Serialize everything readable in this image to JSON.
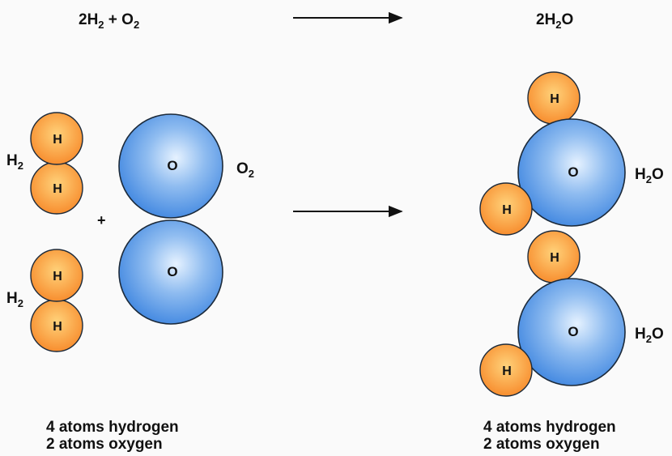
{
  "equation": {
    "reactants": {
      "coef_h": "2H",
      "sub_h": "2",
      "plus": " + O",
      "sub_o": "2"
    },
    "product": {
      "coef": "2H",
      "sub": "2",
      "tail": "O"
    }
  },
  "reactants": {
    "h2_label": {
      "main": "H",
      "sub": "2"
    },
    "o2_label": {
      "main": "O",
      "sub": "2"
    },
    "plus": "+",
    "hydrogen_symbol": "H",
    "oxygen_symbol": "O",
    "summary": {
      "hydrogen": "4 atoms hydrogen",
      "oxygen": "2 atoms oxygen"
    }
  },
  "products": {
    "water_label": {
      "pre": "H",
      "sub": "2",
      "post": "O"
    },
    "hydrogen_symbol": "H",
    "oxygen_symbol": "O",
    "summary": {
      "hydrogen": "4 atoms hydrogen",
      "oxygen": "2 atoms oxygen"
    }
  },
  "colors": {
    "hydrogen_fill": "#f7892a",
    "hydrogen_highlight": "#ffd27a",
    "oxygen_fill": "#3f86e0",
    "oxygen_highlight": "#e6f2ff",
    "outline": "#1c2a3a",
    "arrow": "#111111"
  }
}
